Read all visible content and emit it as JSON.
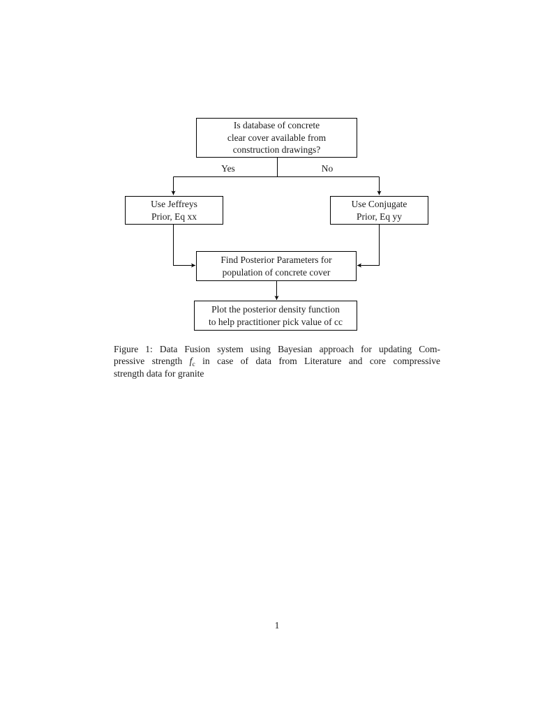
{
  "figure": {
    "nodes": {
      "decision": "Is database of concrete\nclear cover available from\nconstruction drawings?",
      "jeffreys": "Use Jeffreys\nPrior, Eq xx",
      "conjugate": "Use Conjugate\nPrior, Eq yy",
      "posterior": "Find Posterior Parameters for\npopulation of concrete cover",
      "plot": "Plot the posterior density function\nto help practitioner pick value of cc"
    },
    "branch_labels": {
      "yes": "Yes",
      "no": "No"
    }
  },
  "caption": {
    "line1": "Figure 1: Data Fusion system using Bayesian approach for updating Com-",
    "line2_pre": "pressive strength ",
    "math_variable": "f",
    "math_subscript": "c",
    "line2_post": " in case of data from Literature and core compressive",
    "line3": "strength data for granite"
  },
  "page": {
    "number": "1"
  },
  "colors": {
    "ink": "#1a1a1a",
    "line": "#000000",
    "background": "#ffffff"
  }
}
